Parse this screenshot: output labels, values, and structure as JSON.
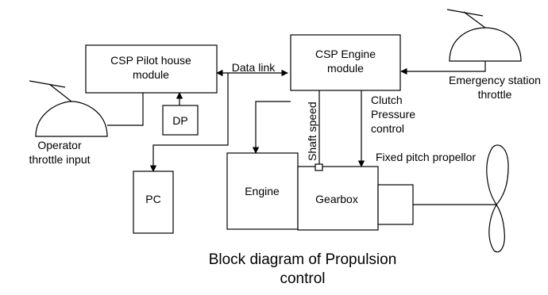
{
  "blocks": {
    "pilot_house_line1": "CSP Pilot house",
    "pilot_house_line2": "module",
    "engine_module_line1": "CSP Engine",
    "engine_module_line2": "module",
    "dp": "DP",
    "pc": "PC",
    "engine": "Engine",
    "gearbox": "Gearbox"
  },
  "labels": {
    "data_link": "Data link",
    "emergency_line1": "Emergency station",
    "emergency_line2": "throttle",
    "clutch_line1": "Clutch",
    "clutch_line2": "Pressure",
    "clutch_line3": "control",
    "shaft_speed": "Shaft speed",
    "fixed_pitch": "Fixed pitch propellor",
    "operator_line1": "Operator",
    "operator_line2": "throttle input"
  },
  "caption": {
    "line1": "Block diagram of Propulsion",
    "line2": "control"
  }
}
